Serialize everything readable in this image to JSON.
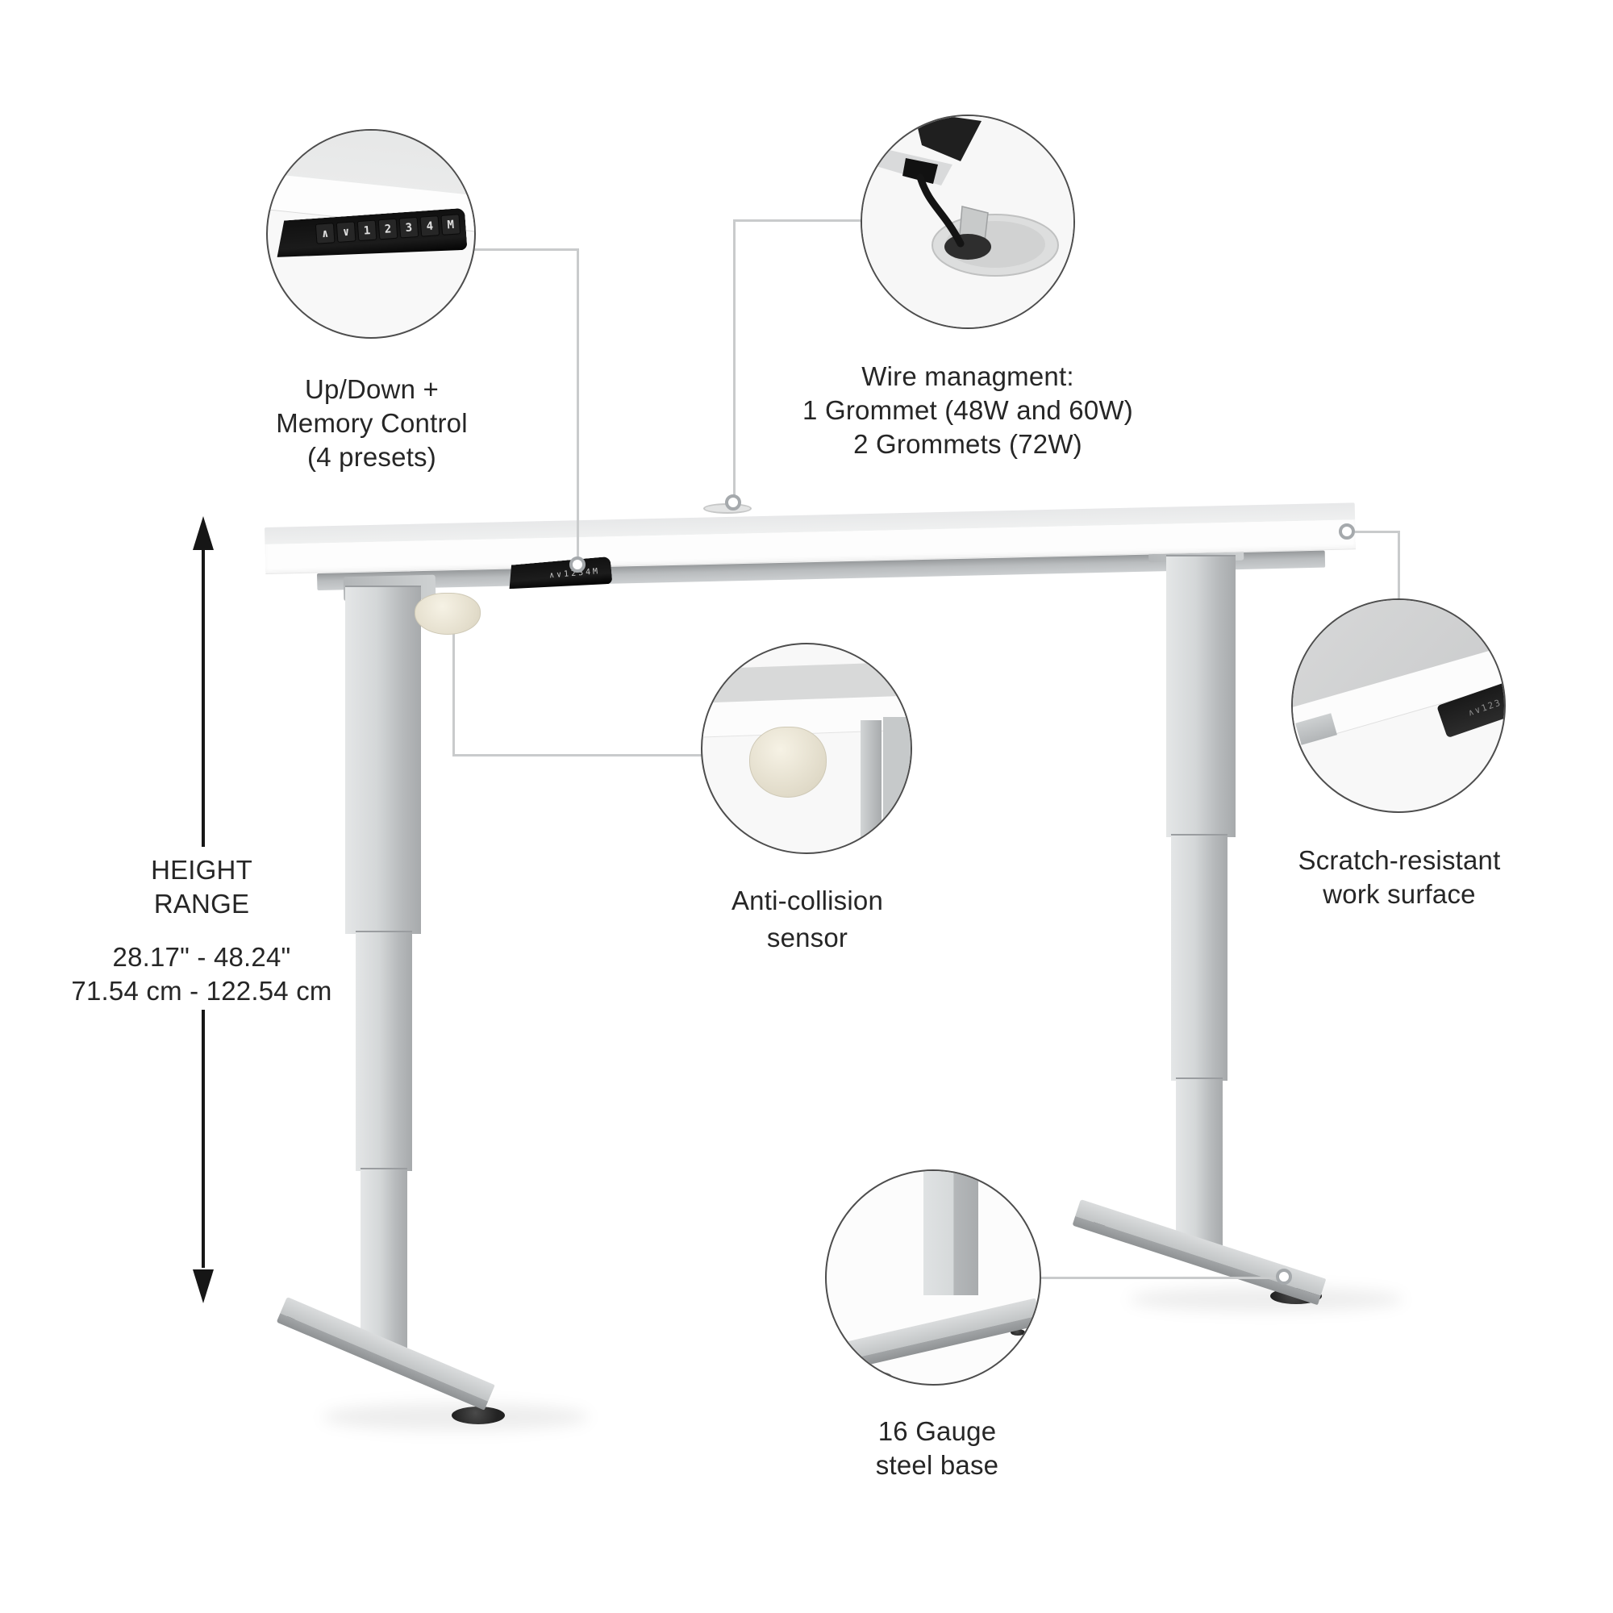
{
  "product": "height adjustable standing desk feature diagram",
  "callouts": {
    "updown": {
      "line1": "Up/Down +",
      "line2": "Memory Control",
      "line3": "(4 presets)"
    },
    "wire": {
      "line1": "Wire managment:",
      "line2": "1 Grommet (48W and 60W)",
      "line3": "2 Grommets (72W)"
    },
    "anticollision": {
      "line1": "Anti-collision",
      "line2": "sensor"
    },
    "scratch": {
      "line1": "Scratch-resistant",
      "line2": "work surface"
    },
    "gauge": {
      "line1": "16 Gauge",
      "line2": "steel base"
    }
  },
  "height_range": {
    "title1": "HEIGHT",
    "title2": "RANGE",
    "inches": "28.17\" - 48.24\"",
    "cm": "71.54 cm - 122.54 cm"
  },
  "panel": {
    "keys": [
      "∧",
      "∨",
      "1",
      "2",
      "3",
      "4",
      "M"
    ],
    "mini_label": "∧∨1234M",
    "corner_label": "∧∨123"
  },
  "colors": {
    "background": "#ffffff",
    "desk_top": "#e9eaea",
    "desk_front": "#fdfdfd",
    "frame_silver": "#b9bcbe",
    "panel_black": "#121212",
    "sensor_beige": "#eee8d8",
    "leader_line": "#c9cbcc",
    "circle_outline": "#4d4d4d",
    "text": "#262626",
    "arrow": "#161616"
  }
}
